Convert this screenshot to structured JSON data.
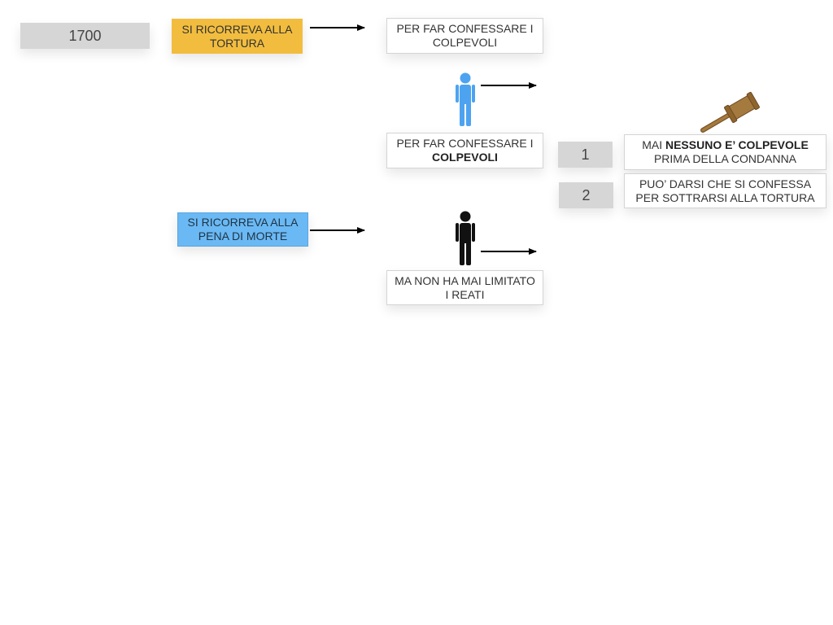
{
  "year": {
    "label": "1700"
  },
  "torture": {
    "line1": "SI RICORREVA ALLA",
    "line2": "TORTURA"
  },
  "purpose1": {
    "line1": "PER FAR CONFESSARE I",
    "line2": "COLPEVOLI"
  },
  "purpose2": {
    "line1": "PER FAR CONFESSARE I",
    "line2_bold": "COLPEVOLI"
  },
  "point1": {
    "number": "1",
    "line1_prefix": "MAI ",
    "line1_bold": "NESSUNO E’ COLPEVOLE",
    "line2": "PRIMA DELLA CONDANNA"
  },
  "point2": {
    "number": "2",
    "line1": "PUO’ DARSI CHE SI CONFESSA",
    "line2": "PER SOTTRARSI ALLA TORTURA"
  },
  "death_penalty": {
    "line1": "SI RICORREVA ALLA",
    "line2": "PENA DI MORTE"
  },
  "outcome": {
    "line1": "MA NON HA MAI LIMITATO",
    "line2": "I REATI"
  },
  "colors": {
    "blue_person": "#4da3f0",
    "black_person": "#111111",
    "gavel": "#a57a3e",
    "yellow_box": "#f2bd3e",
    "blue_box": "#6ab9f4",
    "grey_box": "#d6d6d6"
  },
  "icons": [
    "person-icon",
    "gavel-icon",
    "arrow-right-icon"
  ]
}
